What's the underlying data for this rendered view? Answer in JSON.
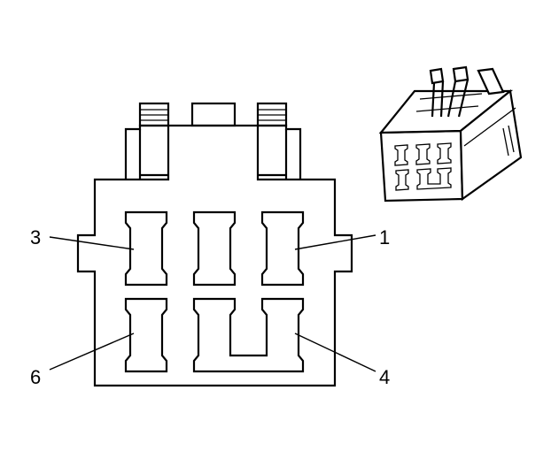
{
  "pin_labels": {
    "pin_1": "1",
    "pin_3": "3",
    "pin_4": "4",
    "pin_6": "6"
  }
}
